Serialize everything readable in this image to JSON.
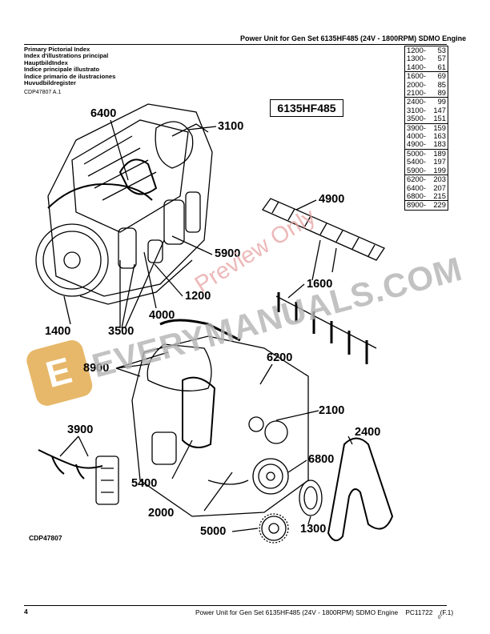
{
  "header": {
    "title": "Power Unit for Gen Set 6135HF485 (24V - 1800RPM) SDMO Engine"
  },
  "index_titles": [
    "Primary Pictorial Index",
    "Index d'illustrations principal",
    "HauptbildIndex",
    "Indice principale illustrato",
    "Índice primario de ilustraciones",
    "Huvudbildregister"
  ],
  "index_ref": "CDP47807 A.1",
  "ref_table": [
    [
      [
        "1200-",
        "53"
      ],
      [
        "1300-",
        "57"
      ],
      [
        "1400-",
        "61"
      ]
    ],
    [
      [
        "1600-",
        "69"
      ],
      [
        "2000-",
        "85"
      ],
      [
        "2100-",
        "89"
      ]
    ],
    [
      [
        "2400-",
        "99"
      ],
      [
        "3100-",
        "147"
      ],
      [
        "3500-",
        "151"
      ]
    ],
    [
      [
        "3900-",
        "159"
      ],
      [
        "4000-",
        "163"
      ],
      [
        "4900-",
        "183"
      ]
    ],
    [
      [
        "5000-",
        "189"
      ],
      [
        "5400-",
        "197"
      ],
      [
        "5900-",
        "199"
      ]
    ],
    [
      [
        "6200-",
        "203"
      ],
      [
        "6400-",
        "207"
      ],
      [
        "6800-",
        "215"
      ]
    ],
    [
      [
        "8900-",
        "229"
      ]
    ]
  ],
  "model_label": "6135HF485",
  "callouts": {
    "c6400": "6400",
    "c3100": "3100",
    "c4900": "4900",
    "c5900": "5900",
    "c1600": "1600",
    "c1200": "1200",
    "c4000": "4000",
    "c1400": "1400",
    "c3500": "3500",
    "c8900": "8900",
    "c6200": "6200",
    "c2100": "2100",
    "c3900": "3900",
    "c2400": "2400",
    "c6800": "6800",
    "c5400": "5400",
    "c2000": "2000",
    "c5000": "5000",
    "c1300": "1300"
  },
  "figure_ref": "CDP47807",
  "watermark": {
    "preview": "Preview Only",
    "site": "EVERYMANUALS.COM",
    "logo_letter": "E",
    "brand_color": "#e3ac50"
  },
  "footer": {
    "page": "4",
    "title": "Power Unit for Gen Set 6135HF485 (24V - 1800RPM) SDMO Engine    PC11722    (F.1)",
    "small": "0"
  }
}
